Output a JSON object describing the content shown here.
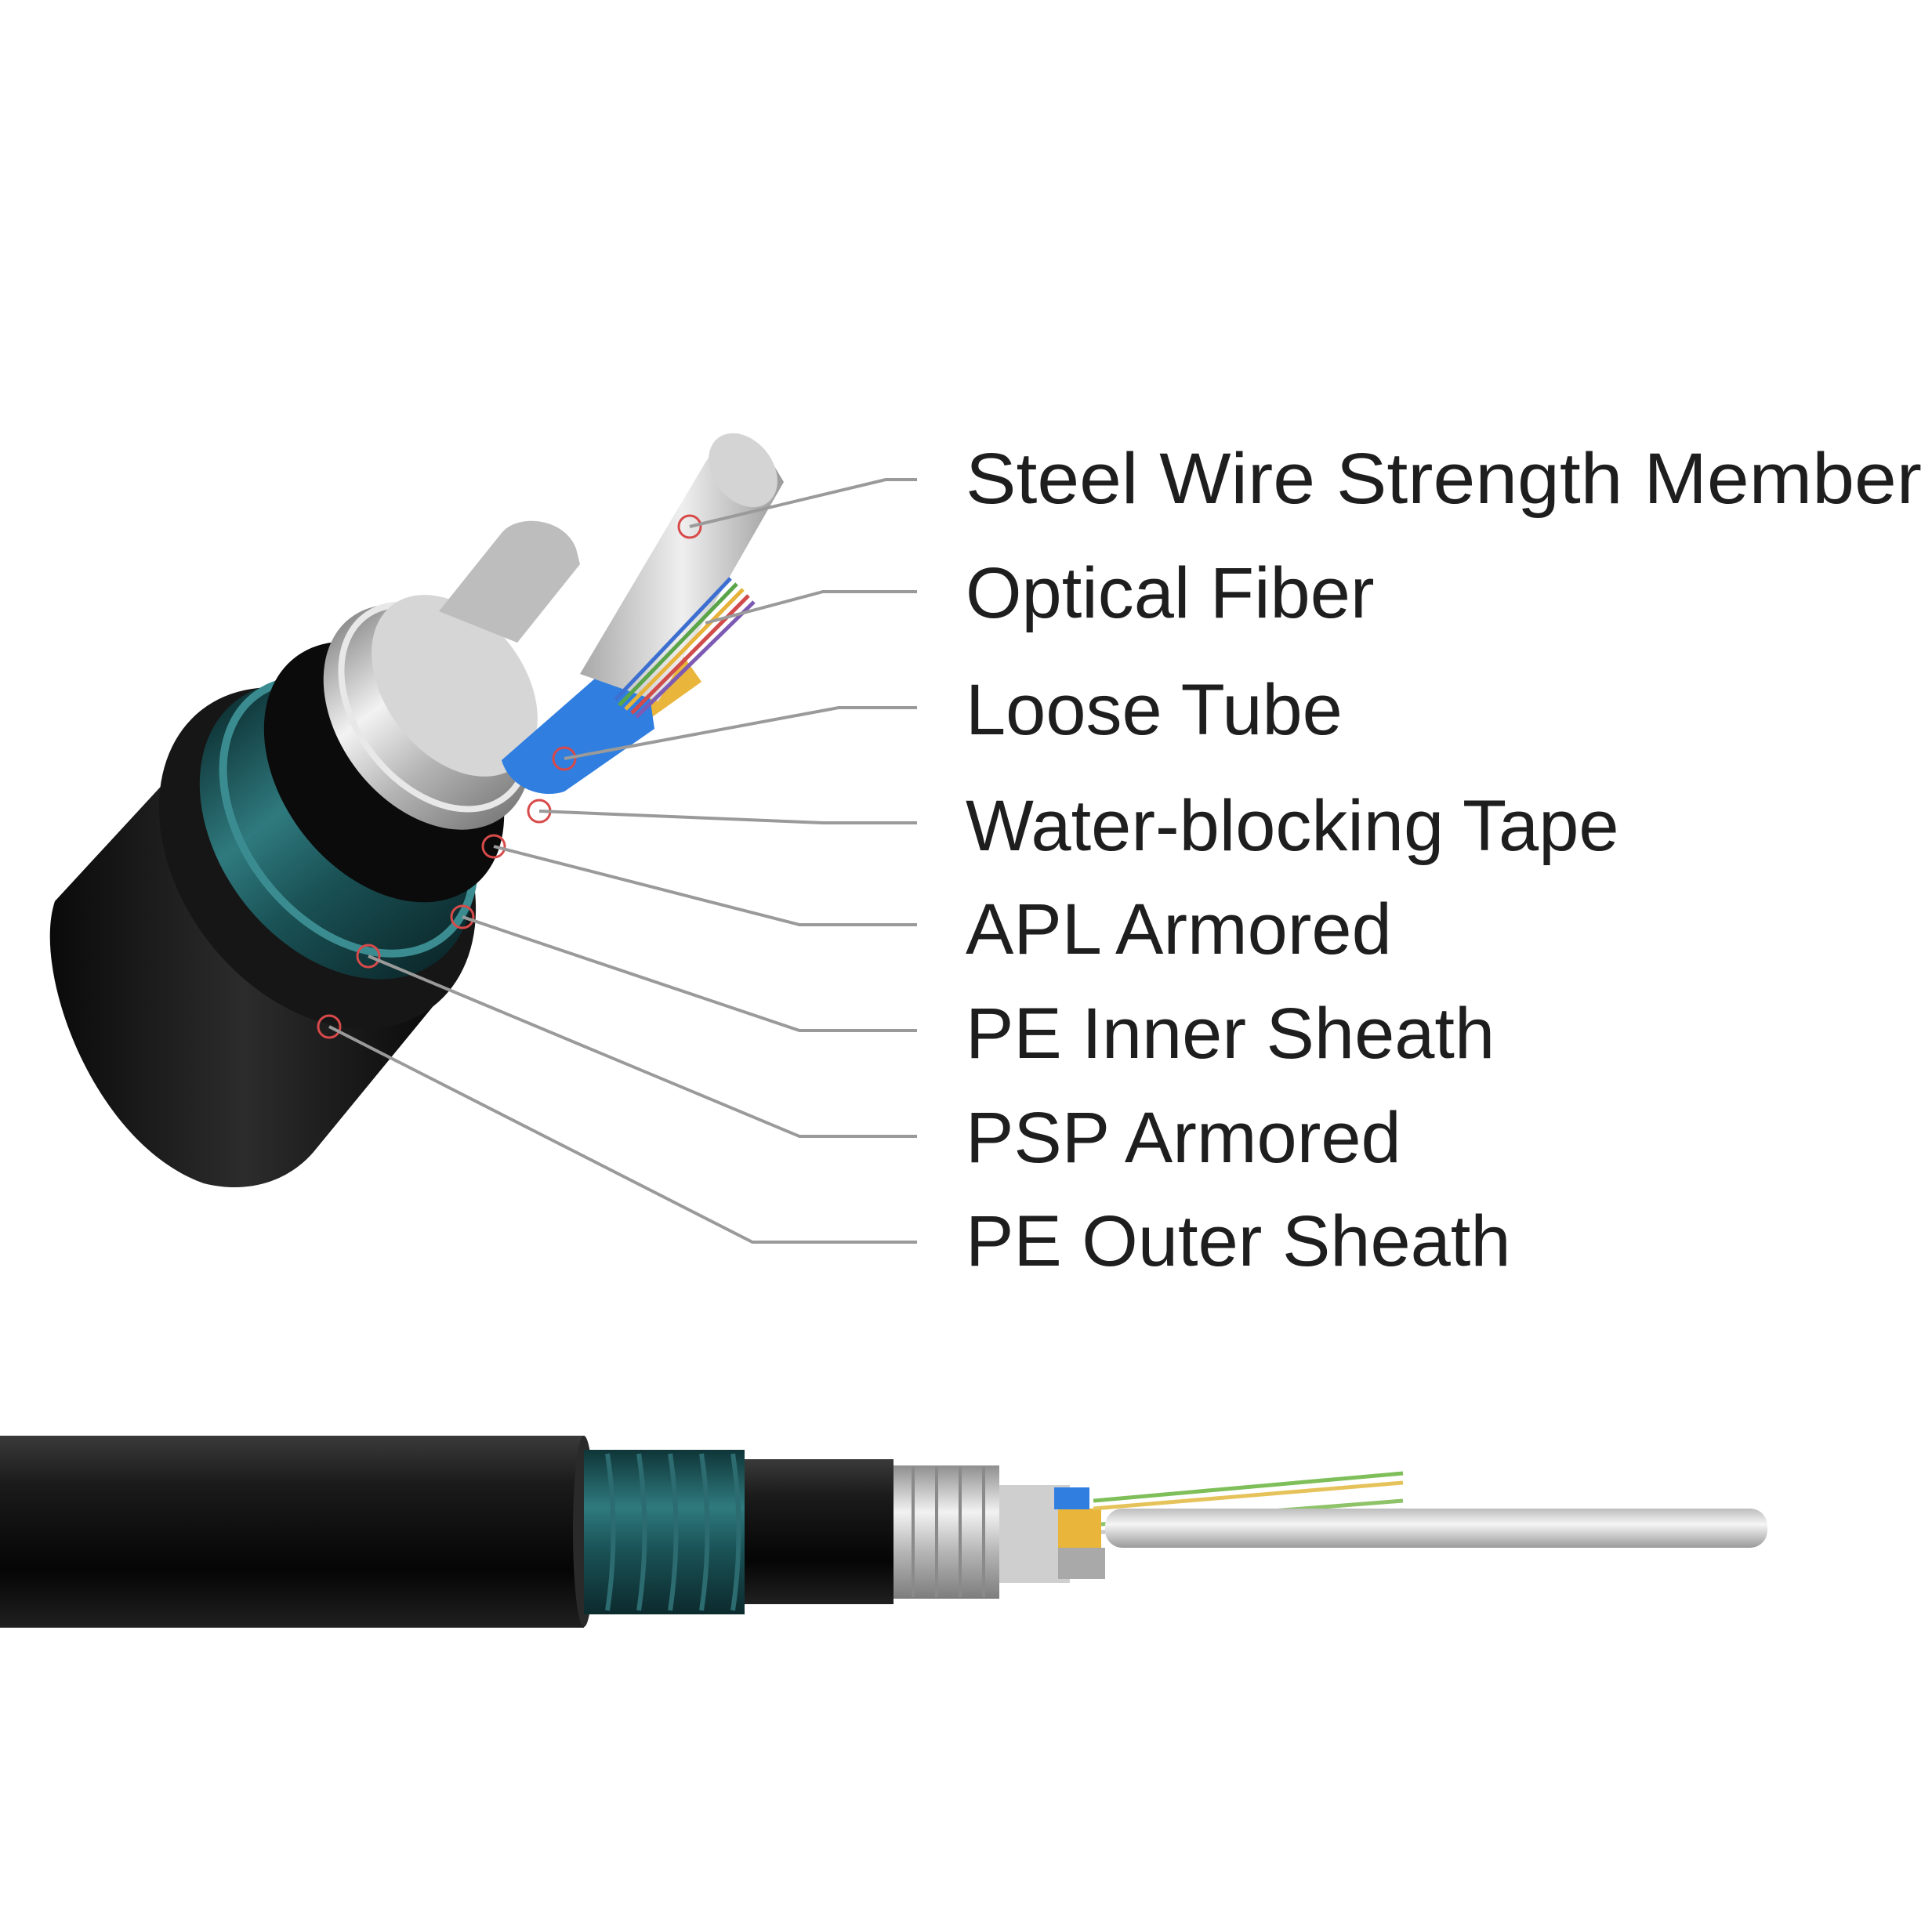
{
  "labels": [
    "Steel Wire Strength Member",
    "Optical Fiber",
    "Loose Tube",
    "Water-blocking Tape",
    "APL Armored",
    "PE Inner Sheath",
    "PSP Armored",
    "PE Outer Sheath"
  ],
  "colors": {
    "background": "#ffffff",
    "outer_sheath": "#111111",
    "psp_armor": "#1f5a5e",
    "apl_armor": "#0c0c0c",
    "water_tape": "#d8d8d8",
    "loose_tube_blue": "#2f7ee0",
    "loose_tube_yellow": "#e9b53a",
    "steel_wire": "#c9c9c9",
    "leader_line": "#9a9a9a",
    "marker": "#d84a4a",
    "text": "#1e1e1e"
  }
}
